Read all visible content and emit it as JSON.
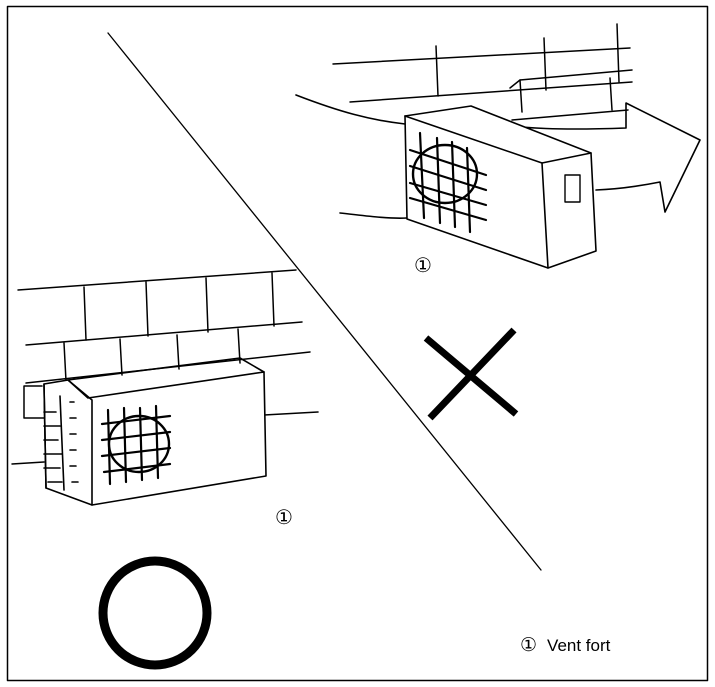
{
  "callout_top": "①",
  "callout_bottom": "①",
  "legend": {
    "number": "①",
    "text": "Vent fort"
  },
  "colors": {
    "ink": "#000000",
    "background": "#ffffff"
  },
  "symbols": {
    "correct": "circle-icon",
    "incorrect": "cross-icon"
  }
}
